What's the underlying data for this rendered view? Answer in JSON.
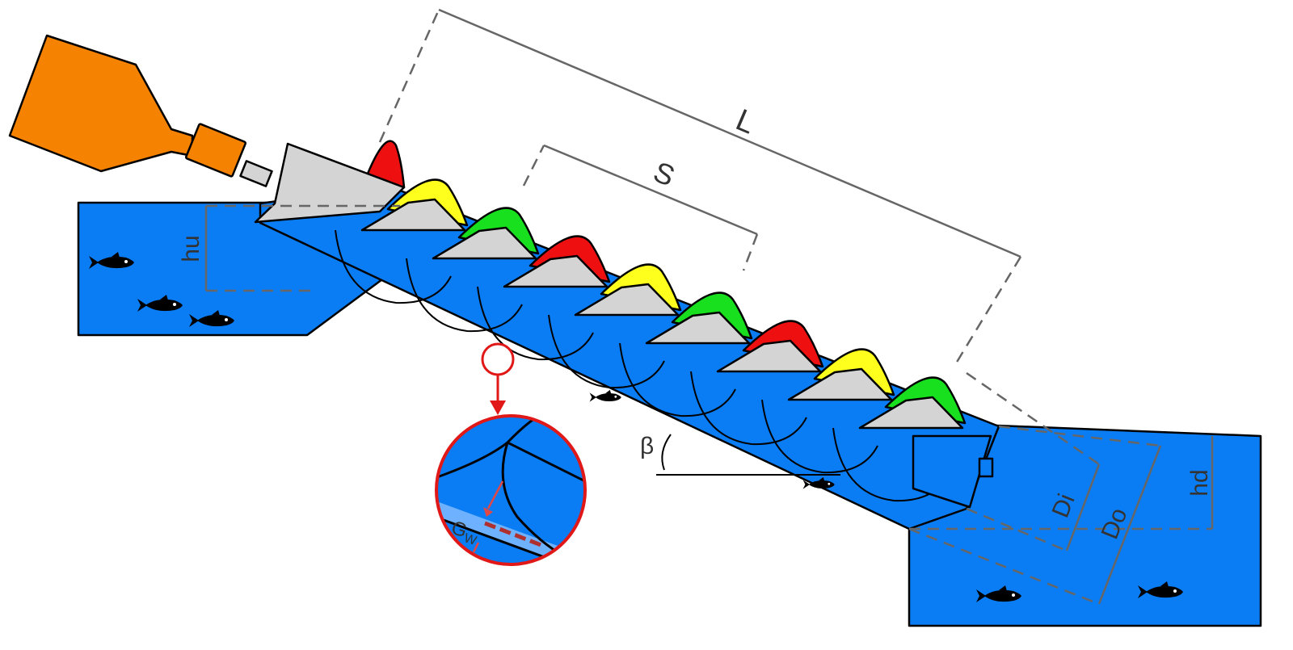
{
  "labels": {
    "length": "L",
    "pitch": "S",
    "upstream_depth": "hu",
    "downstream_depth": "hd",
    "inclination": "β",
    "inner_diameter": "Di",
    "outer_diameter": "Do",
    "gap_main": "G",
    "gap_sub": "W"
  },
  "colors": {
    "water": "#0A7DF5",
    "motor": "#F58200",
    "shaft": "#D4D4D4",
    "highlight": "#E01818",
    "gap": "#B03030",
    "buckets": [
      "#EE1010",
      "#FFFF1E",
      "#18E01E"
    ]
  },
  "icons": [
    "fish-icon"
  ]
}
